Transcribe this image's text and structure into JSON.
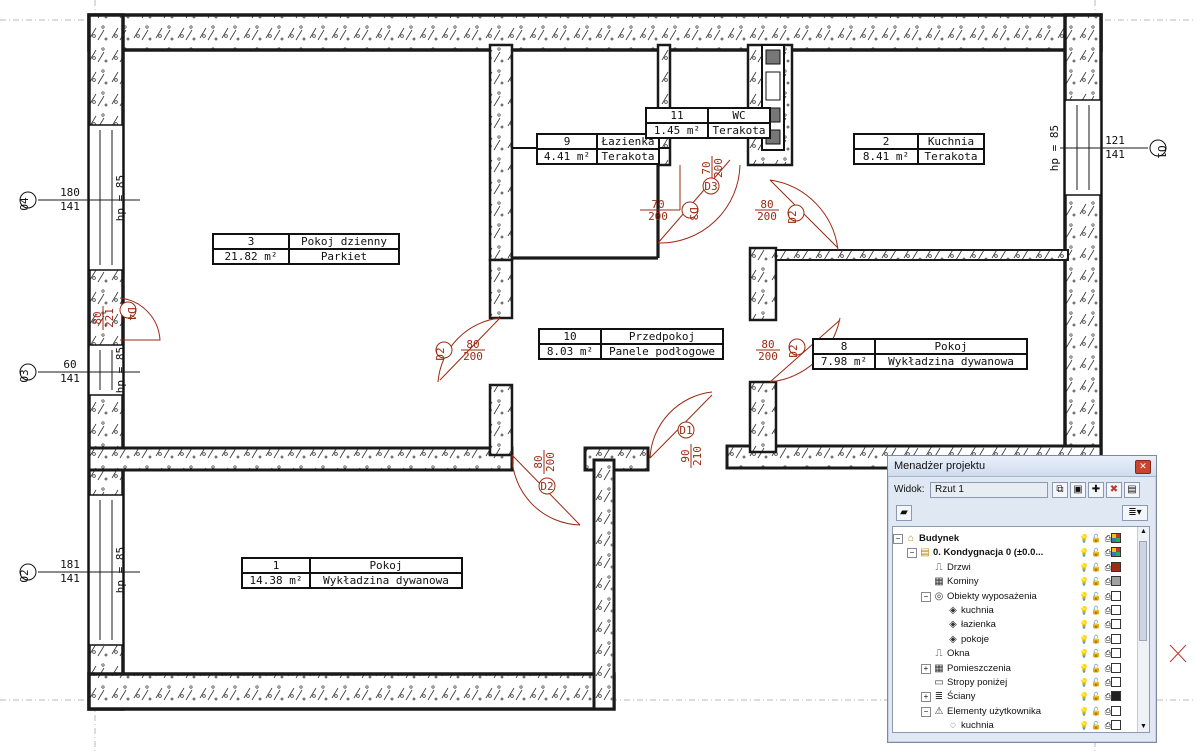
{
  "rooms": [
    {
      "number": "3",
      "name": "Pokoj dzienny",
      "area": "21.82 m²",
      "floor": "Parkiet"
    },
    {
      "number": "9",
      "name": "Łazienka",
      "area": "4.41 m²",
      "floor": "Terakota"
    },
    {
      "number": "11",
      "name": "WC",
      "area": "1.45 m²",
      "floor": "Terakota"
    },
    {
      "number": "2",
      "name": "Kuchnia",
      "area": "8.41 m²",
      "floor": "Terakota"
    },
    {
      "number": "10",
      "name": "Przedpokoj",
      "area": "8.03 m²",
      "floor": "Panele podłogowe"
    },
    {
      "number": "8",
      "name": "Pokoj",
      "area": "7.98 m²",
      "floor": "Wykładzina dywanowa"
    },
    {
      "number": "1",
      "name": "Pokoj",
      "area": "14.38 m²",
      "floor": "Wykładzina dywanowa"
    }
  ],
  "windows": [
    {
      "tag": "O4",
      "top": "180",
      "bottom": "141",
      "hp": "hp = 85"
    },
    {
      "tag": "O3",
      "top": "60",
      "bottom": "141",
      "hp": "hp = 85"
    },
    {
      "tag": "O2",
      "top": "181",
      "bottom": "141",
      "hp": "hp = 85"
    },
    {
      "tag": "O1",
      "top": "121",
      "bottom": "141",
      "hp": "hp = 85"
    }
  ],
  "doors": [
    {
      "tag": "D4",
      "top": "80",
      "bottom": "221"
    },
    {
      "tag": "D3",
      "top": "70",
      "bottom": "200"
    },
    {
      "tag": "D3",
      "top": "70",
      "bottom": "200"
    },
    {
      "tag": "D2",
      "top": "80",
      "bottom": "200"
    },
    {
      "tag": "D2",
      "top": "80",
      "bottom": "200"
    },
    {
      "tag": "D2",
      "top": "80",
      "bottom": "200"
    },
    {
      "tag": "D2",
      "top": "80",
      "bottom": "200"
    },
    {
      "tag": "D1",
      "top": "90",
      "bottom": "210"
    }
  ],
  "project_manager": {
    "title": "Menadżer projektu",
    "widok_label": "Widok:",
    "widok_value": "Rzut 1",
    "tree": [
      {
        "label": "Budynek",
        "expander": "⊟",
        "color": ""
      },
      {
        "label": "0. Kondygnacja 0 (±0.0...",
        "expander": "⊟",
        "color": ""
      },
      {
        "label": "Drzwi",
        "expander": "",
        "color": "#a32a14"
      },
      {
        "label": "Kominy",
        "expander": "",
        "color": "#a0a0a0"
      },
      {
        "label": "Obiekty wyposażenia",
        "expander": "⊟",
        "color": ""
      },
      {
        "label": "kuchnia",
        "expander": "",
        "color": ""
      },
      {
        "label": "łazienka",
        "expander": "",
        "color": ""
      },
      {
        "label": "pokoje",
        "expander": "",
        "color": ""
      },
      {
        "label": "Okna",
        "expander": "",
        "color": ""
      },
      {
        "label": "Pomieszczenia",
        "expander": "⊞",
        "color": ""
      },
      {
        "label": "Stropy poniżej",
        "expander": "",
        "color": ""
      },
      {
        "label": "Ściany",
        "expander": "⊞",
        "color": "#222222"
      },
      {
        "label": "Elementy użytkownika",
        "expander": "⊟",
        "color": ""
      },
      {
        "label": "kuchnia",
        "expander": "",
        "color": ""
      }
    ]
  }
}
